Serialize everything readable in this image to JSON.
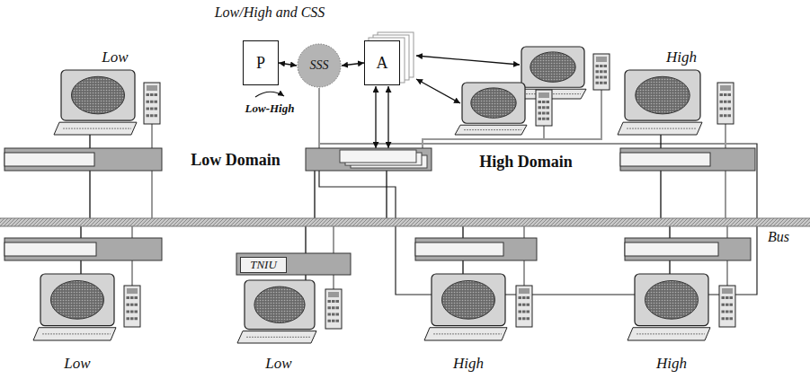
{
  "diagram": {
    "nodes": [
      {
        "text": [
          "P"
        ]
      },
      {
        "text": [
          "SSS"
        ]
      },
      {
        "text": [
          "A"
        ]
      },
      {
        "text": [
          "TNIU"
        ]
      }
    ],
    "edges": [
      {
        "from": 0,
        "to": 1,
        "arrow": "both"
      },
      {
        "from": 1,
        "to": 2,
        "arrow": "both"
      }
    ],
    "labels": [
      "Low/High and CSS",
      "Low",
      "High",
      "Low Domain",
      "High Domain",
      "Bus",
      "Low",
      "Low",
      "High",
      "High",
      "Low-High"
    ]
  }
}
